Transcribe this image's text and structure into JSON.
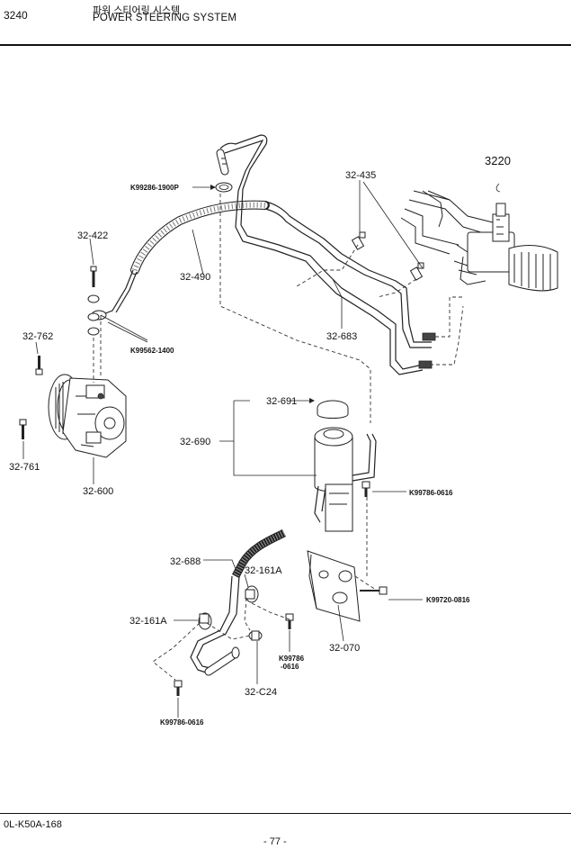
{
  "header": {
    "section_code": "3240",
    "title_korean": "파워 스티어링 시스템",
    "title_english": "POWER STEERING SYSTEM"
  },
  "footer": {
    "catalog_code": "0L-K50A-168",
    "page_number": "- 77 -"
  },
  "labels": {
    "ref_3220": "3220",
    "p_32_435": "32-435",
    "p_k99286": "K99286-1900P",
    "p_32_422": "32-422",
    "p_32_490": "32-490",
    "p_32_683": "32-683",
    "p_32_762": "32-762",
    "p_k99562": "K99562-1400",
    "p_32_691": "32-691",
    "p_32_690": "32-690",
    "p_32_761": "32-761",
    "p_32_600": "32-600",
    "p_k99786_a": "K99786-0616",
    "p_32_688": "32-688",
    "p_32_161a_1": "32-161A",
    "p_k99720": "K99720-0816",
    "p_32_161a_2": "32-161A",
    "p_32_070": "32-070",
    "p_k99786_b1": "K99786",
    "p_k99786_b2": "-0616",
    "p_32_c24": "32-C24",
    "p_k99786_c": "K99786-0616"
  }
}
